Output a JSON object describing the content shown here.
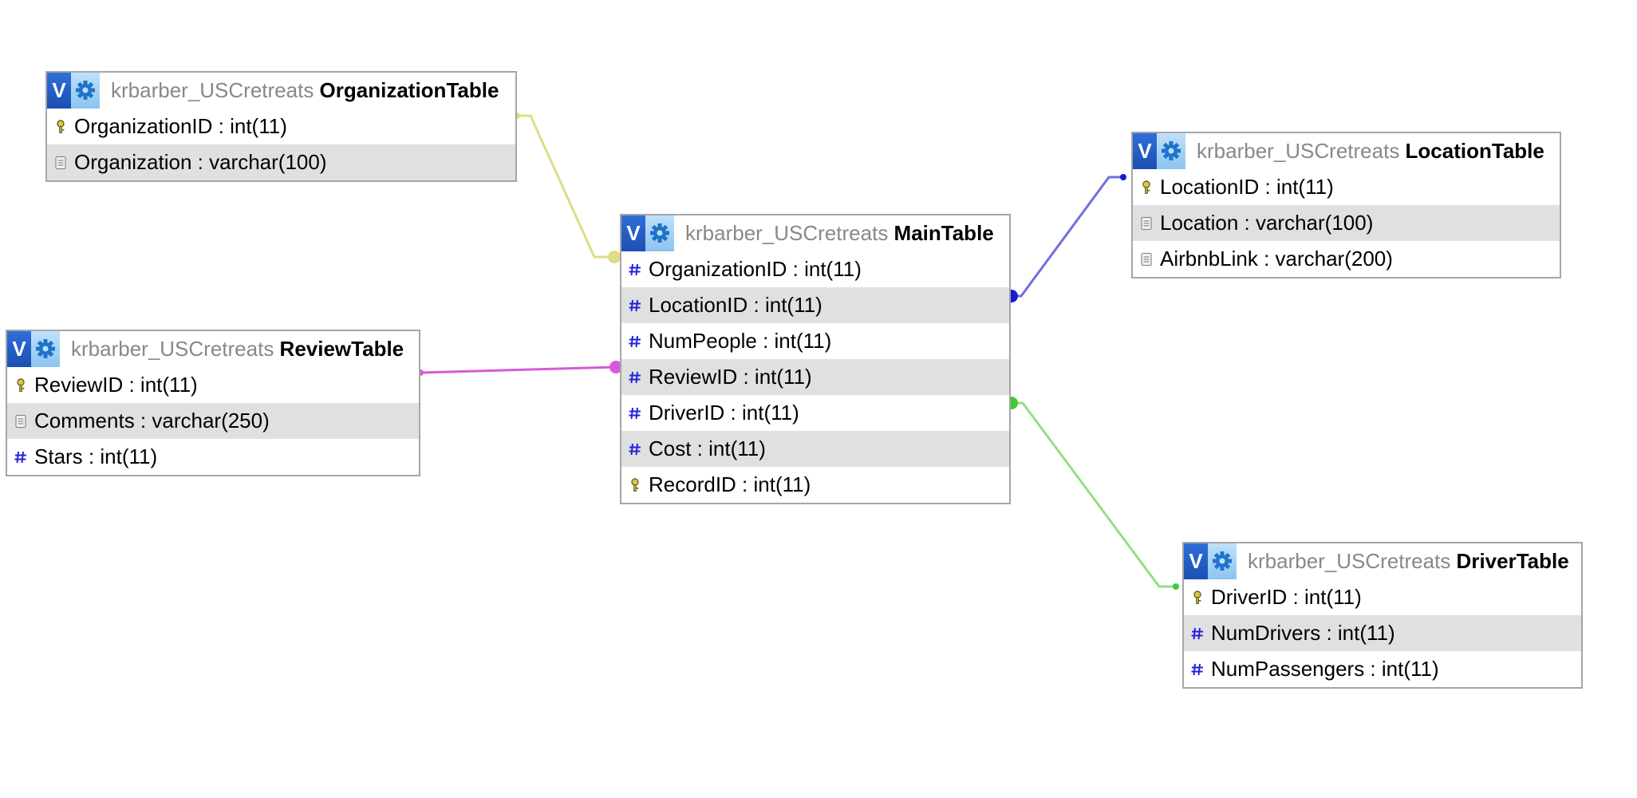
{
  "schema": "krbarber_USCretreats",
  "view_button_label": "V",
  "icons": {
    "view": "view-toggle-icon",
    "options": "gear-icon",
    "primary_key": "key-icon",
    "integer": "hash-icon",
    "text": "text-icon"
  },
  "colors": {
    "organization_link": "#dedd84",
    "location_link": "#6f6fe0",
    "review_link": "#d65ad6",
    "driver_link": "#93df85",
    "schema_text": "#888888",
    "hash_icon": "#2222dd"
  },
  "tables": {
    "organization": {
      "name": "OrganizationTable",
      "rows": [
        {
          "label": "OrganizationID : int(11)",
          "type": "key"
        },
        {
          "label": "Organization : varchar(100)",
          "type": "text"
        }
      ]
    },
    "main": {
      "name": "MainTable",
      "rows": [
        {
          "label": "OrganizationID : int(11)",
          "type": "int"
        },
        {
          "label": "LocationID : int(11)",
          "type": "int"
        },
        {
          "label": "NumPeople : int(11)",
          "type": "int"
        },
        {
          "label": "ReviewID : int(11)",
          "type": "int"
        },
        {
          "label": "DriverID : int(11)",
          "type": "int"
        },
        {
          "label": "Cost : int(11)",
          "type": "int"
        },
        {
          "label": "RecordID : int(11)",
          "type": "key"
        }
      ]
    },
    "location": {
      "name": "LocationTable",
      "rows": [
        {
          "label": "LocationID : int(11)",
          "type": "key"
        },
        {
          "label": "Location : varchar(100)",
          "type": "text"
        },
        {
          "label": "AirbnbLink : varchar(200)",
          "type": "text"
        }
      ]
    },
    "review": {
      "name": "ReviewTable",
      "rows": [
        {
          "label": "ReviewID : int(11)",
          "type": "key"
        },
        {
          "label": "Comments : varchar(250)",
          "type": "text"
        },
        {
          "label": "Stars : int(11)",
          "type": "int"
        }
      ]
    },
    "driver": {
      "name": "DriverTable",
      "rows": [
        {
          "label": "DriverID : int(11)",
          "type": "key"
        },
        {
          "label": "NumDrivers : int(11)",
          "type": "int"
        },
        {
          "label": "NumPassengers : int(11)",
          "type": "int"
        }
      ]
    }
  }
}
